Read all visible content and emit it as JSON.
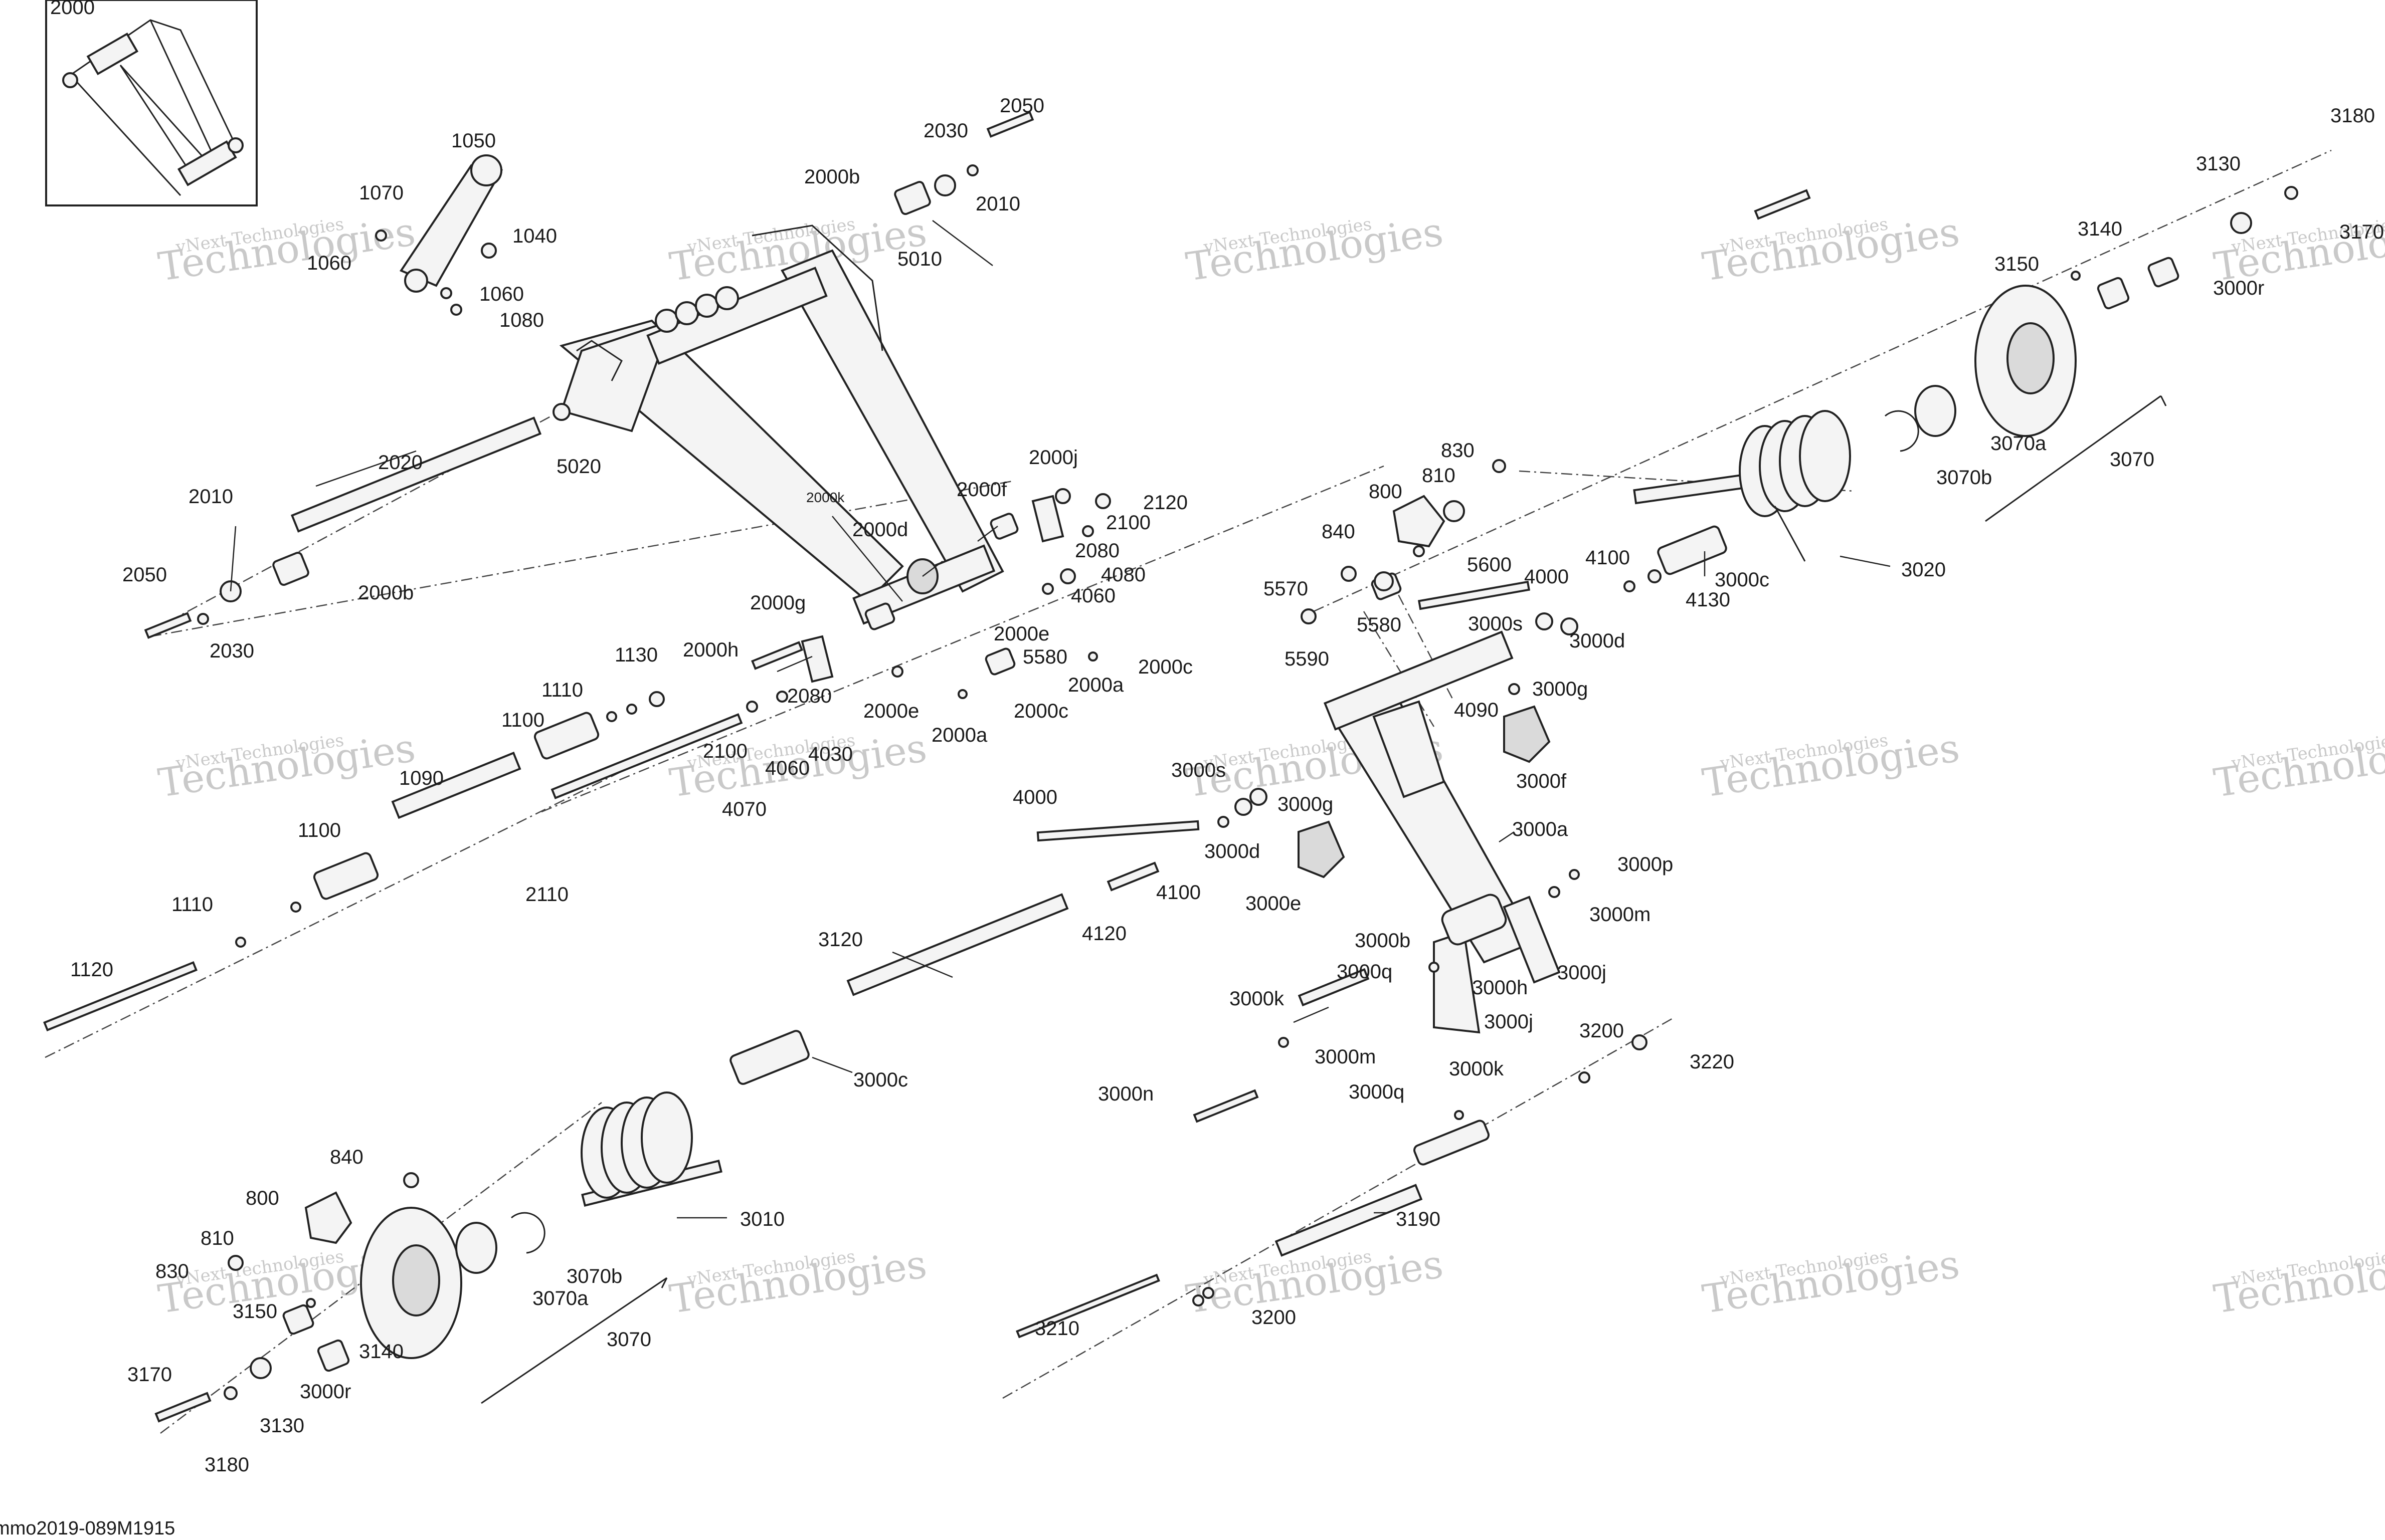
{
  "diagram_code": "mmo2019-089M1915",
  "watermark": {
    "line1": "vNext Technologies",
    "line2": "Technologies"
  },
  "inset_label": "2000",
  "labels": {
    "l1050": "1050",
    "l1070": "1070",
    "l1040": "1040",
    "l1060a": "1060",
    "l1060b": "1060",
    "l1080": "1080",
    "l2030a": "2030",
    "l2050a": "2050",
    "l2000b_a": "2000b",
    "l2010a": "2010",
    "l5010": "5010",
    "l3180a": "3180",
    "l3130a": "3130",
    "l3170a": "3170",
    "l3140a": "3140",
    "l3150a": "3150",
    "l3000r_a": "3000r",
    "l2020": "2020",
    "l5020": "5020",
    "l2010b": "2010",
    "l2050b": "2050",
    "l2000b_b": "2000b",
    "l2030b": "2030",
    "l2000j": "2000j",
    "l2000k": "2000k",
    "l2000f": "2000f",
    "l2120": "2120",
    "l2100a": "2100",
    "l2000d": "2000d",
    "l2080a": "2080",
    "l4080": "4080",
    "l4060a": "4060",
    "l2000g": "2000g",
    "l2000e_a": "2000e",
    "l5580a": "5580",
    "l2000c_a": "2000c",
    "l2000a_a": "2000a",
    "l2000h": "2000h",
    "l1130": "1130",
    "l1110a": "1110",
    "l2080b": "2080",
    "l2000e_b": "2000e",
    "l2000c_b": "2000c",
    "l2000a_b": "2000a",
    "l1100a": "1100",
    "l2100b": "2100",
    "l4030": "4030",
    "l4060b": "4060",
    "l4070": "4070",
    "l1090": "1090",
    "l1100b": "1100",
    "l2110": "2110",
    "l1110b": "1110",
    "l1120": "1120",
    "l830a": "830",
    "l810a": "810",
    "l800a": "800",
    "l840a": "840",
    "l5600": "5600",
    "l5570": "5570",
    "l5580b": "5580",
    "l5590": "5590",
    "l3070a_a": "3070a",
    "l3070b_a": "3070b",
    "l3070_a": "3070",
    "l3020": "3020",
    "l3000c_a": "3000c",
    "l4100a": "4100",
    "l4130": "4130",
    "l4000a": "4000",
    "l3000s_a": "3000s",
    "l3000d_a": "3000d",
    "l4090": "4090",
    "l3000g_a": "3000g",
    "l3000f": "3000f",
    "l3000s_b": "3000s",
    "l3000g_b": "3000g",
    "l4000b": "4000",
    "l3000d_b": "3000d",
    "l3000a": "3000a",
    "l3000e": "3000e",
    "l4100b": "4100",
    "l3000p": "3000p",
    "l3000m_a": "3000m",
    "l4120": "4120",
    "l3120": "3120",
    "l3000b": "3000b",
    "l3000q_a": "3000q",
    "l3000h": "3000h",
    "l3000j_a": "3000j",
    "l3000j_b": "3000j",
    "l3000k_a": "3000k",
    "l3000m_b": "3000m",
    "l3200a": "3200",
    "l3220": "3220",
    "l3000n": "3000n",
    "l3000q_b": "3000q",
    "l3000k_b": "3000k",
    "l3000c_b": "3000c",
    "l840b": "840",
    "l800b": "800",
    "l810b": "810",
    "l830b": "830",
    "l3010": "3010",
    "l3070b_b": "3070b",
    "l3070a_b": "3070a",
    "l3070_b": "3070",
    "l3150b": "3150",
    "l3140b": "3140",
    "l3000r_b": "3000r",
    "l3170b": "3170",
    "l3130b": "3130",
    "l3180b": "3180",
    "l3190": "3190",
    "l3210": "3210",
    "l3200b": "3200"
  }
}
